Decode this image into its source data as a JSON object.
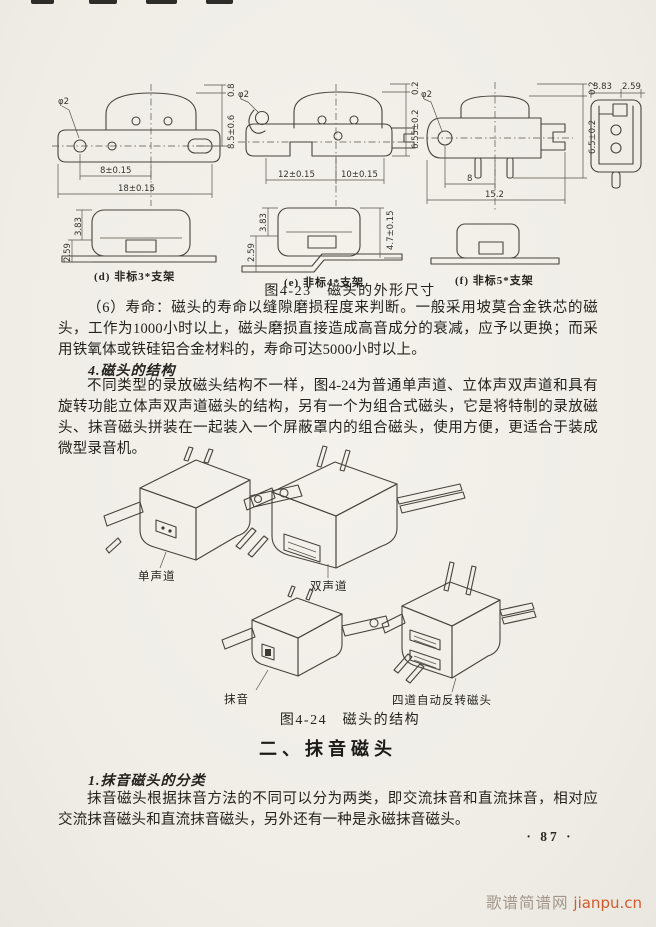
{
  "page": {
    "number": "· 87 ·",
    "watermark": {
      "site_name": "歌谱简谱网",
      "site_url": "jianpu.cn"
    }
  },
  "content": {
    "p_life": "（6）寿命：磁头的寿命以缝隙磨损程度来判断。一般采用坡莫合金铁芯的磁头，工作为1000小时以上，磁头磨损直接造成高音成分的衰减，应予以更换；而采用铁氧体或铁硅铝合金材料的，寿命可达5000小时以上。",
    "h_structure": "4.磁头的结构",
    "p_structure": "不同类型的录放磁头结构不一样，图4-24为普通单声道、立体声双声道和具有旋转功能立体声双声道磁头的结构，另有一个为组合式磁头，它是将特制的录放磁头、抹音磁头拼装在一起装入一个屏蔽罩内的组合磁头，使用方便，更适合于装成微型录音机。",
    "h_section": "二、抹音磁头",
    "h_classify": "1.抹音磁头的分类",
    "p_classify": "抹音磁头根据抹音方法的不同可以分为两类，即交流抹音和直流抹音，相对应交流抹音磁头和直流抹音磁头，另外还有一种是永磁抹音磁头。"
  },
  "fig23": {
    "caption": "图4-23　磁头的外形尺寸",
    "d": {
      "label": "(d) 非标3*支架",
      "phi": "φ2",
      "w1": "8±0.15",
      "w2": "18±0.15",
      "h_top": "0.8",
      "h_side": "8.5±0.6",
      "fv1": "3.83",
      "fv2": "2.59"
    },
    "e": {
      "label": "(e) 非标4*支架",
      "phi": "φ2",
      "w1": "12±0.15",
      "w2": "10±0.15",
      "h_top": "0.2",
      "h_side": "6.55±0.2",
      "h_front": "4.7±0.15",
      "fv1": "3.83",
      "fv2": "2.59"
    },
    "f": {
      "label": "(f) 非标5*支架",
      "phi": "φ2",
      "w1": "8",
      "w2": "15.2",
      "h_top": "0.2",
      "h_side": "6.5±0.2"
    },
    "side": {
      "w1": "3.83",
      "w2": "2.59"
    }
  },
  "fig24": {
    "caption": "图4-24　磁头的结构",
    "labels": {
      "mono": "单声道",
      "stereo": "双声道",
      "erase": "抹音",
      "four_track": "四道自动反转磁头"
    }
  }
}
